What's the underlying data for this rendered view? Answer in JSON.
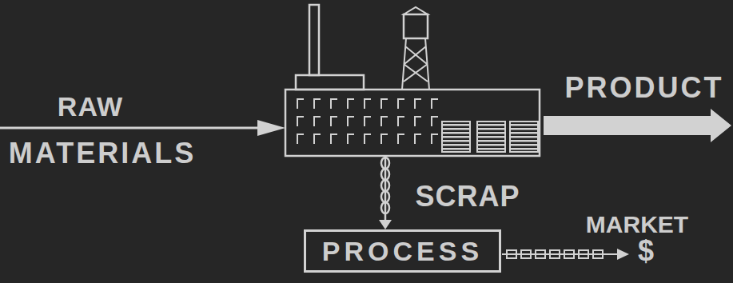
{
  "diagram": {
    "nodes": [
      {
        "text": [
          "PROCESS"
        ]
      }
    ],
    "labels": [
      "RAW",
      "MATERIALS",
      "PRODUCT",
      "SCRAP",
      "MARKET",
      "$"
    ]
  }
}
